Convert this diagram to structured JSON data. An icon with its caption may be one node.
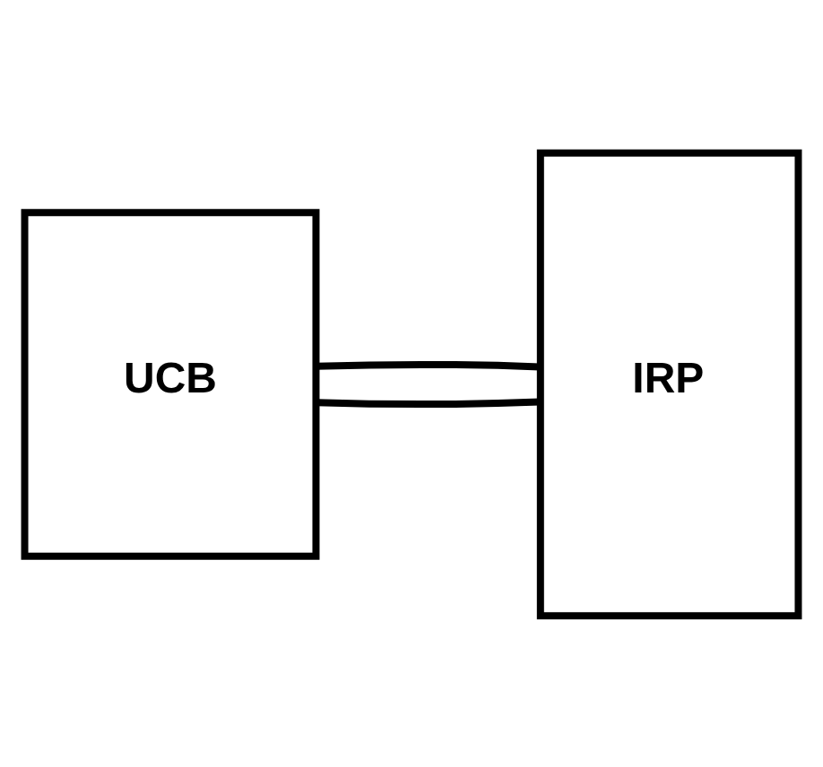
{
  "diagram": {
    "nodes": [
      {
        "text": [
          "UCB"
        ]
      },
      {
        "text": [
          "IRP"
        ]
      }
    ],
    "edges": [
      {
        "from": 0,
        "to": 1,
        "arrow": "none"
      },
      {
        "from": 0,
        "to": 1,
        "arrow": "none"
      }
    ]
  }
}
